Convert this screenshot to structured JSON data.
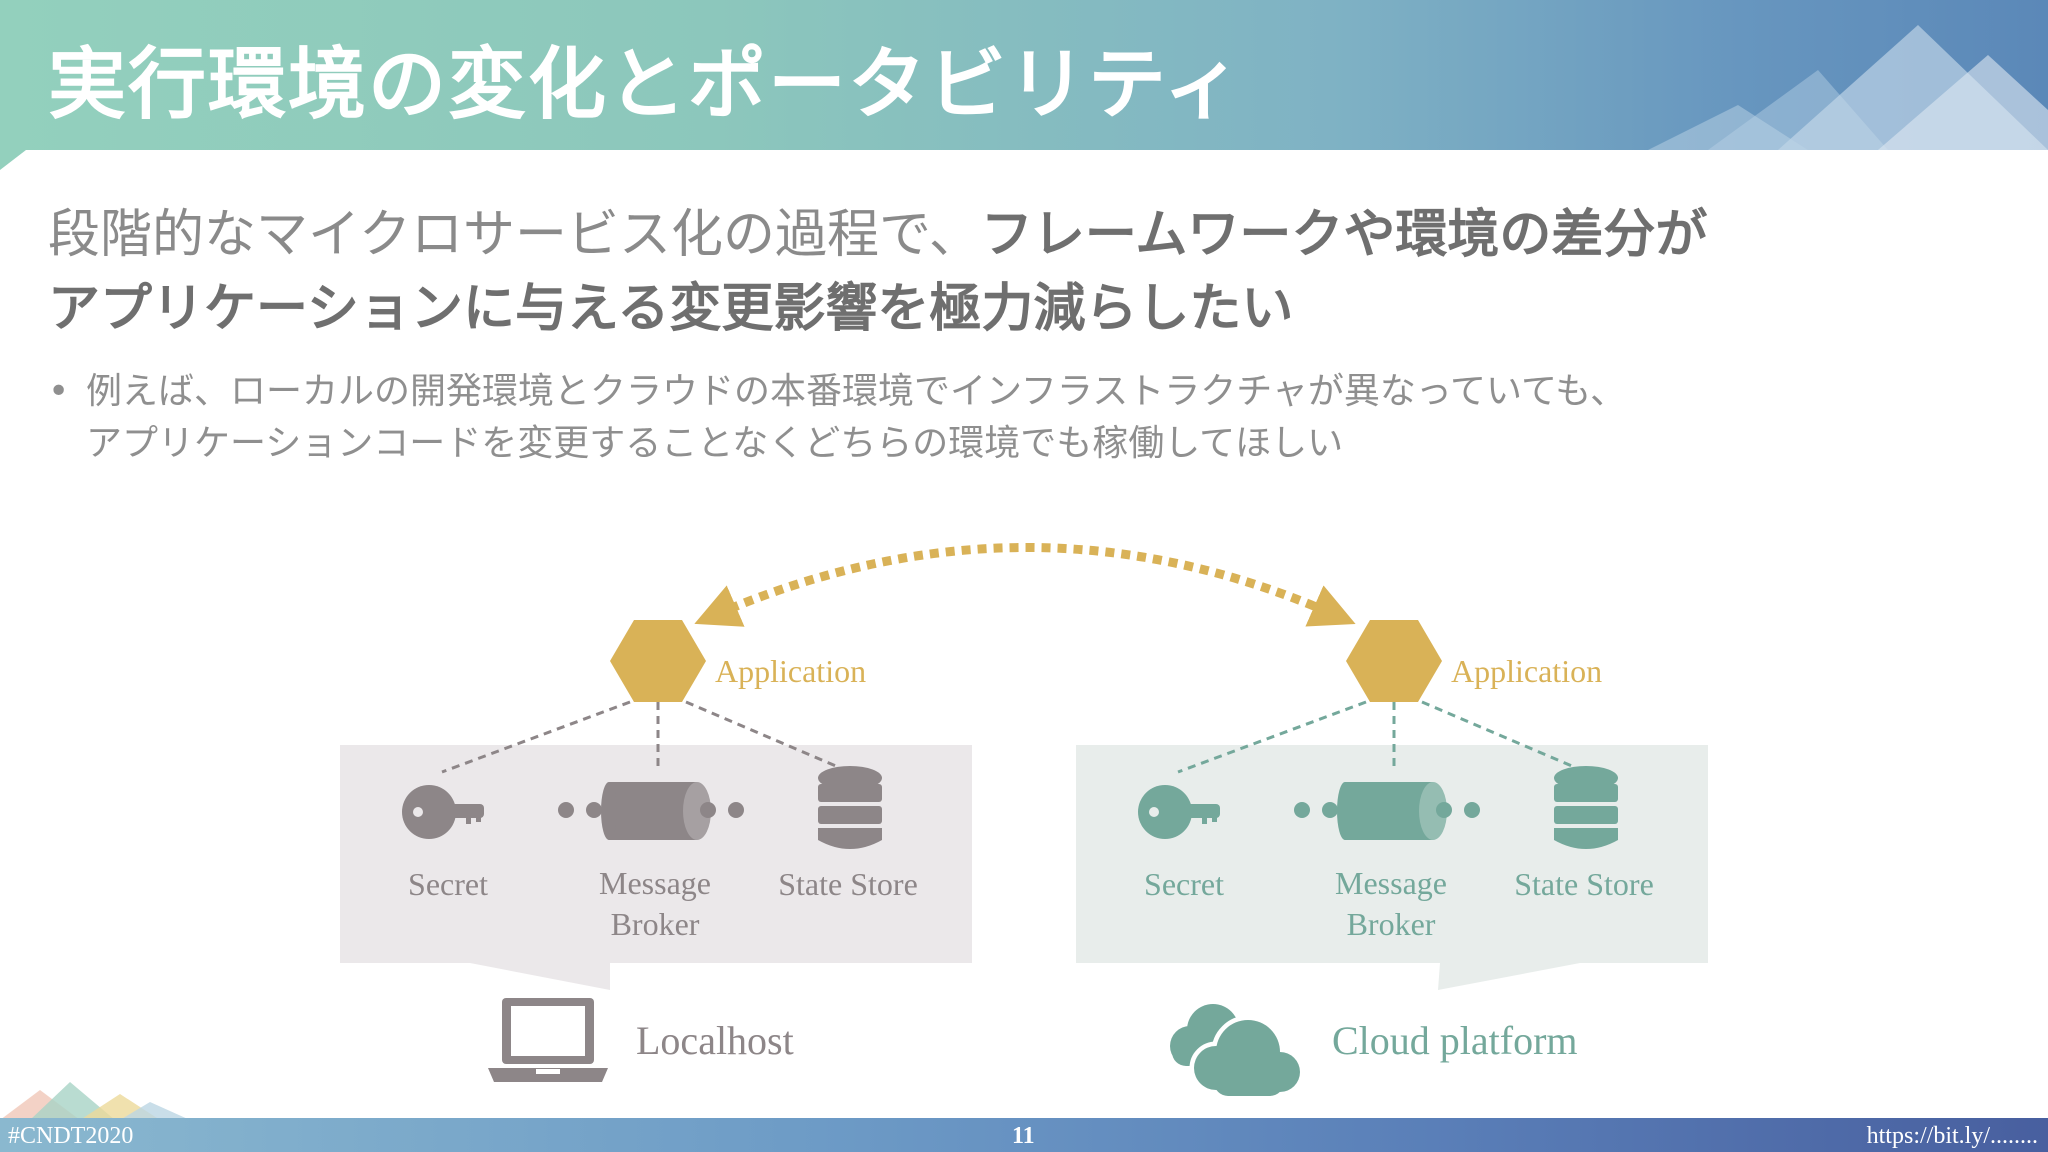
{
  "slide": {
    "title": "実行環境の変化とポータビリティ",
    "heading_plain": "段階的なマイクロサービス化の過程で、",
    "heading_bold_1": "フレームワークや環境の差分が",
    "heading_bold_2": "アプリケーションに与える変更影響を極力減らしたい",
    "bullet_dot": "•",
    "bullet_line_1": "例えば、ローカルの開発環境とクラウドの本番環境でインフラストラクチャが異なっていても、",
    "bullet_line_2": "アプリケーションコードを変更することなくどちらの環境でも稼働してほしい"
  },
  "diagram": {
    "local": {
      "app_label": "Application",
      "secret_label": "Secret",
      "broker_label_1": "Message",
      "broker_label_2": "Broker",
      "state_label": "State Store",
      "env_label": "Localhost",
      "env_icon": "laptop-icon"
    },
    "cloud": {
      "app_label": "Application",
      "secret_label": "Secret",
      "broker_label_1": "Message",
      "broker_label_2": "Broker",
      "state_label": "State Store",
      "env_label": "Cloud platform",
      "env_icon": "cloud-icon"
    }
  },
  "footer": {
    "hashtag": "#CNDT2020",
    "page_number": "11",
    "url": "https://bit.ly/........"
  },
  "colors": {
    "app_gold": "#d9b257",
    "local_gray": "#8d8688",
    "cloud_green": "#74a89b",
    "local_panel": "#ebe8ea",
    "cloud_panel": "#e8edeb"
  }
}
